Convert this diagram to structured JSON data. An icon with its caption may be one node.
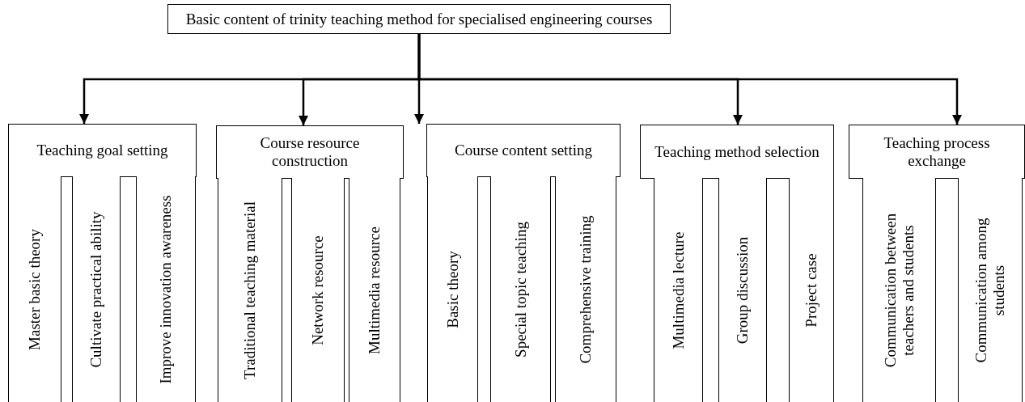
{
  "diagram": {
    "nodes": [
      {
        "text": [
          "Basic content of trinity teaching method for specialised engineering courses"
        ]
      },
      {
        "text": [
          "Teaching goal setting"
        ]
      },
      {
        "text": [
          "Course resource construction"
        ]
      },
      {
        "text": [
          "Course content setting"
        ]
      },
      {
        "text": [
          "Teaching method selection"
        ]
      },
      {
        "text": [
          "Teaching process exchange"
        ]
      },
      {
        "text": [
          "Master basic theory"
        ]
      },
      {
        "text": [
          "Cultivate practical ability"
        ]
      },
      {
        "text": [
          "Improve innovation awareness"
        ]
      },
      {
        "text": [
          "Traditional teaching material"
        ]
      },
      {
        "text": [
          "Network resource"
        ]
      },
      {
        "text": [
          "Multimedia resource"
        ]
      },
      {
        "text": [
          "Basic theory"
        ]
      },
      {
        "text": [
          "Special topic teaching"
        ]
      },
      {
        "text": [
          "Comprehensive training"
        ]
      },
      {
        "text": [
          "Multimedia lecture"
        ]
      },
      {
        "text": [
          "Group discussion"
        ]
      },
      {
        "text": [
          "Project case"
        ]
      },
      {
        "text": [
          "Communication between teachers and students"
        ]
      },
      {
        "text": [
          "Communication among students"
        ]
      }
    ],
    "edges": [
      {
        "from": 0,
        "to": 1,
        "arrow": "to"
      },
      {
        "from": 0,
        "to": 2,
        "arrow": "to"
      },
      {
        "from": 0,
        "to": 3,
        "arrow": "to"
      },
      {
        "from": 0,
        "to": 4,
        "arrow": "to"
      },
      {
        "from": 0,
        "to": 5,
        "arrow": "to"
      }
    ]
  }
}
